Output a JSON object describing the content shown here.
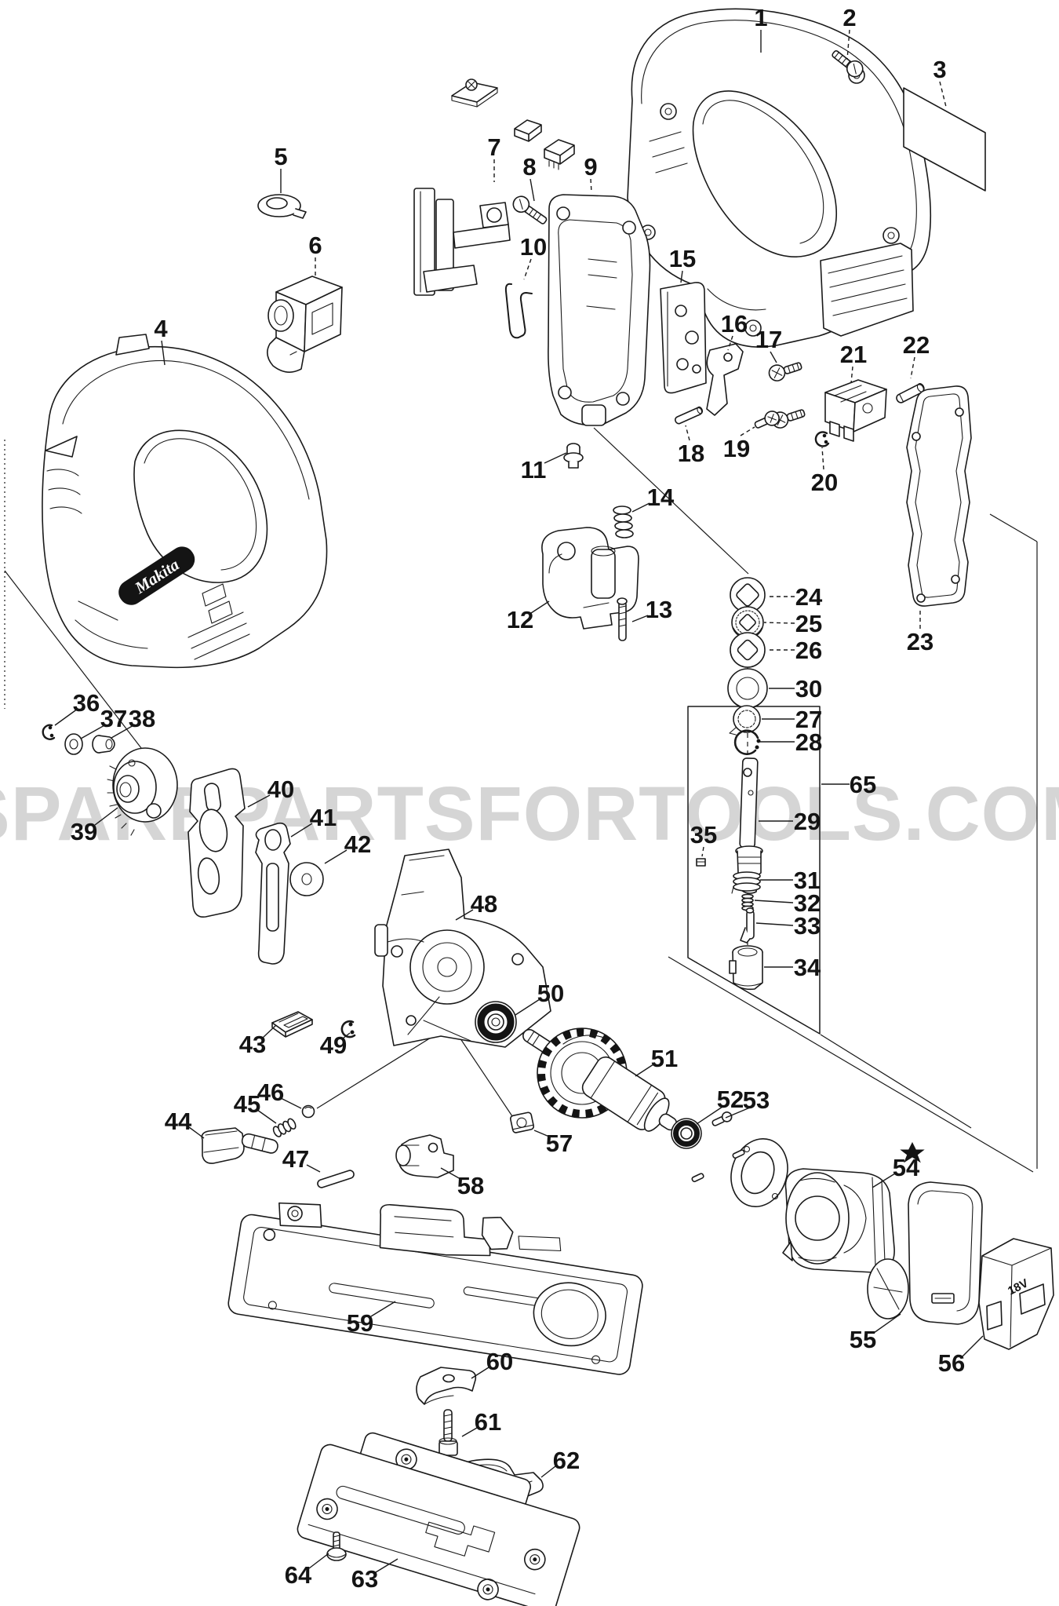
{
  "watermark": {
    "text": "SPAREPARTSFORTOOLS.COM.AU",
    "color": "#d5d5d5"
  },
  "housing_logo": {
    "text": "Makita"
  },
  "terminal_block": {
    "text": "18V"
  },
  "colors": {
    "paper": "#ffffff",
    "ink": "#1a1a1a"
  },
  "parts": [
    [
      "1",
      970,
      22,
      970,
      38,
      970,
      67,
      0
    ],
    [
      "2",
      1083,
      22,
      1083,
      38,
      1080,
      76,
      1
    ],
    [
      "3",
      1198,
      88,
      1198,
      104,
      1206,
      136,
      1
    ],
    [
      "4",
      205,
      418,
      206,
      434,
      210,
      465,
      0
    ],
    [
      "5",
      358,
      199,
      358,
      215,
      358,
      246,
      0
    ],
    [
      "6",
      402,
      312,
      402,
      328,
      402,
      352,
      1
    ],
    [
      "7",
      630,
      187,
      630,
      203,
      630,
      232,
      1
    ],
    [
      "8",
      675,
      212,
      676,
      228,
      681,
      256,
      0
    ],
    [
      "9",
      753,
      212,
      753,
      228,
      754,
      245,
      1
    ],
    [
      "10",
      680,
      314,
      677,
      330,
      668,
      356,
      1
    ],
    [
      "11",
      680,
      598,
      694,
      590,
      722,
      577,
      0
    ],
    [
      "12",
      663,
      789,
      677,
      781,
      700,
      766,
      0
    ],
    [
      "13",
      840,
      776,
      826,
      784,
      806,
      792,
      0
    ],
    [
      "14",
      842,
      633,
      828,
      641,
      806,
      652,
      0
    ],
    [
      "15",
      870,
      329,
      870,
      345,
      868,
      360,
      0
    ],
    [
      "16",
      936,
      412,
      934,
      428,
      928,
      446,
      1
    ],
    [
      "17",
      980,
      432,
      982,
      448,
      990,
      462,
      0
    ],
    [
      "18",
      881,
      577,
      879,
      561,
      874,
      542,
      1
    ],
    [
      "19",
      939,
      571,
      944,
      555,
      962,
      544,
      1
    ],
    [
      "20",
      1051,
      614,
      1050,
      598,
      1048,
      570,
      1
    ],
    [
      "21",
      1088,
      451,
      1087,
      467,
      1085,
      488,
      1
    ],
    [
      "22",
      1168,
      439,
      1166,
      455,
      1161,
      482,
      1
    ],
    [
      "23",
      1173,
      817,
      1173,
      801,
      1173,
      774,
      1
    ],
    [
      "24",
      1031,
      760,
      1013,
      760,
      977,
      760,
      1
    ],
    [
      "25",
      1031,
      794,
      1013,
      794,
      974,
      793,
      1
    ],
    [
      "26",
      1031,
      828,
      1013,
      828,
      977,
      828,
      1
    ],
    [
      "27",
      1031,
      916,
      1013,
      916,
      971,
      916,
      0
    ],
    [
      "28",
      1031,
      945,
      1013,
      945,
      969,
      945,
      0
    ],
    [
      "29",
      1029,
      1046,
      1011,
      1046,
      967,
      1046,
      0
    ],
    [
      "30",
      1031,
      877,
      1013,
      877,
      980,
      877,
      0
    ],
    [
      "31",
      1029,
      1121,
      1011,
      1121,
      969,
      1121,
      0
    ],
    [
      "32",
      1029,
      1150,
      1011,
      1150,
      962,
      1147,
      0
    ],
    [
      "33",
      1029,
      1179,
      1011,
      1179,
      964,
      1176,
      0
    ],
    [
      "34",
      1029,
      1232,
      1011,
      1232,
      974,
      1232,
      0
    ],
    [
      "35",
      897,
      1063,
      897,
      1079,
      895,
      1091,
      1
    ],
    [
      "36",
      110,
      895,
      99,
      903,
      70,
      924,
      0
    ],
    [
      "37",
      145,
      915,
      135,
      923,
      103,
      941,
      0
    ],
    [
      "38",
      181,
      915,
      172,
      923,
      142,
      940,
      0
    ],
    [
      "39",
      107,
      1059,
      121,
      1051,
      150,
      1029,
      0
    ],
    [
      "40",
      358,
      1005,
      344,
      1013,
      316,
      1028,
      0
    ],
    [
      "41",
      412,
      1041,
      398,
      1049,
      371,
      1066,
      0
    ],
    [
      "42",
      456,
      1075,
      442,
      1083,
      414,
      1100,
      0
    ],
    [
      "43",
      322,
      1330,
      335,
      1322,
      352,
      1306,
      0
    ],
    [
      "44",
      227,
      1428,
      241,
      1436,
      260,
      1450,
      0
    ],
    [
      "45",
      315,
      1406,
      328,
      1414,
      352,
      1431,
      0
    ],
    [
      "46",
      345,
      1391,
      358,
      1399,
      384,
      1412,
      0
    ],
    [
      "47",
      377,
      1476,
      391,
      1484,
      408,
      1493,
      0
    ],
    [
      "48",
      617,
      1151,
      603,
      1159,
      581,
      1172,
      0
    ],
    [
      "49",
      425,
      1331,
      437,
      1323,
      446,
      1316,
      0
    ],
    [
      "50",
      702,
      1265,
      688,
      1273,
      657,
      1293,
      0
    ],
    [
      "51",
      847,
      1348,
      833,
      1356,
      810,
      1371,
      0
    ],
    [
      "52",
      931,
      1400,
      921,
      1410,
      888,
      1432,
      0
    ],
    [
      "53",
      964,
      1401,
      956,
      1411,
      925,
      1424,
      0
    ],
    [
      "54",
      1155,
      1487,
      1141,
      1495,
      1112,
      1513,
      0
    ],
    [
      "55",
      1100,
      1706,
      1114,
      1698,
      1148,
      1674,
      0
    ],
    [
      "56",
      1213,
      1736,
      1227,
      1728,
      1253,
      1702,
      0
    ],
    [
      "57",
      713,
      1456,
      700,
      1448,
      681,
      1440,
      0
    ],
    [
      "58",
      600,
      1510,
      587,
      1502,
      562,
      1488,
      0
    ],
    [
      "59",
      459,
      1685,
      473,
      1677,
      504,
      1658,
      0
    ],
    [
      "60",
      637,
      1734,
      623,
      1742,
      601,
      1756,
      0
    ],
    [
      "61",
      622,
      1811,
      608,
      1819,
      589,
      1830,
      0
    ],
    [
      "62",
      722,
      1860,
      708,
      1868,
      690,
      1882,
      0
    ],
    [
      "63",
      465,
      2011,
      479,
      2003,
      507,
      1986,
      0
    ],
    [
      "64",
      380,
      2006,
      394,
      1998,
      419,
      1979,
      0
    ],
    [
      "65",
      1100,
      999,
      1083,
      999,
      1047,
      999,
      0
    ]
  ],
  "construction_lines": [
    [
      6,
      560,
      6,
      903,
      2
    ],
    [
      6,
      727,
      190,
      966,
      0
    ],
    [
      757,
      545,
      954,
      731,
      0
    ],
    [
      1262,
      655,
      1322,
      690,
      0
    ],
    [
      1322,
      690,
      1322,
      1489,
      0
    ],
    [
      852,
      1219,
      1317,
      1493,
      0
    ],
    [
      1046,
      1318,
      1238,
      1437,
      0
    ],
    [
      562,
      1286,
      653,
      1422,
      0
    ],
    [
      404,
      1412,
      562,
      1314,
      0
    ],
    [
      953,
      736,
      953,
      1204,
      1
    ]
  ]
}
